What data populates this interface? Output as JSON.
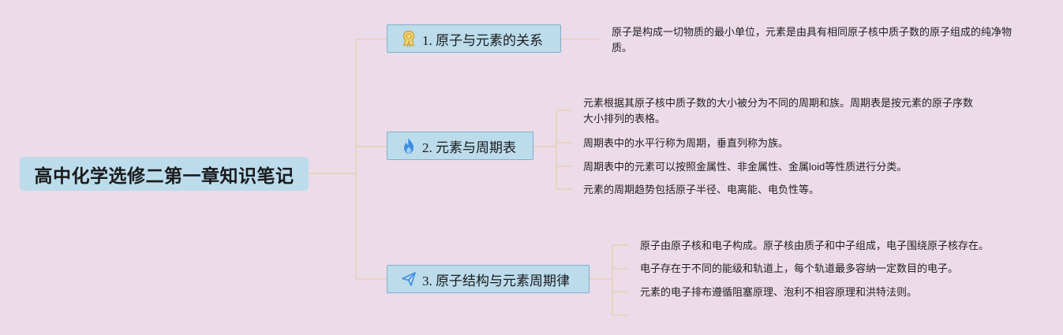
{
  "root": {
    "title": "高中化学选修二第一章知识笔记"
  },
  "branches": [
    {
      "label": "1. 原子与元素的关系",
      "icon": "award-ribbon-icon",
      "notes": [
        "原子是构成一切物质的最小单位，元素是由具有相同原子核中质子数的原子组成的纯净物质。"
      ]
    },
    {
      "label": "2. 元素与周期表",
      "icon": "fire-icon",
      "notes": [
        "元素根据其原子核中质子数的大小被分为不同的周期和族。周期表是按元素的原子序数大小排列的表格。",
        "周期表中的水平行称为周期，垂直列称为族。",
        "周期表中的元素可以按照金属性、非金属性、金属loid等性质进行分类。",
        "元素的周期趋势包括原子半径、电离能、电负性等。"
      ]
    },
    {
      "label": "3. 原子结构与元素周期律",
      "icon": "paper-plane-icon",
      "notes": [
        "原子由原子核和电子构成。原子核由质子和中子组成，电子围绕原子核存在。",
        "电子存在于不同的能级和轨道上，每个轨道最多容纳一定数目的电子。",
        "元素的电子排布遵循阻塞原理、泡利不相容原理和洪特法则。"
      ]
    }
  ],
  "colors": {
    "background": "#ecdbe8",
    "node_fill": "#bcdcec",
    "node_border": "#7fb0c6",
    "connector": "#e8d4b8"
  }
}
